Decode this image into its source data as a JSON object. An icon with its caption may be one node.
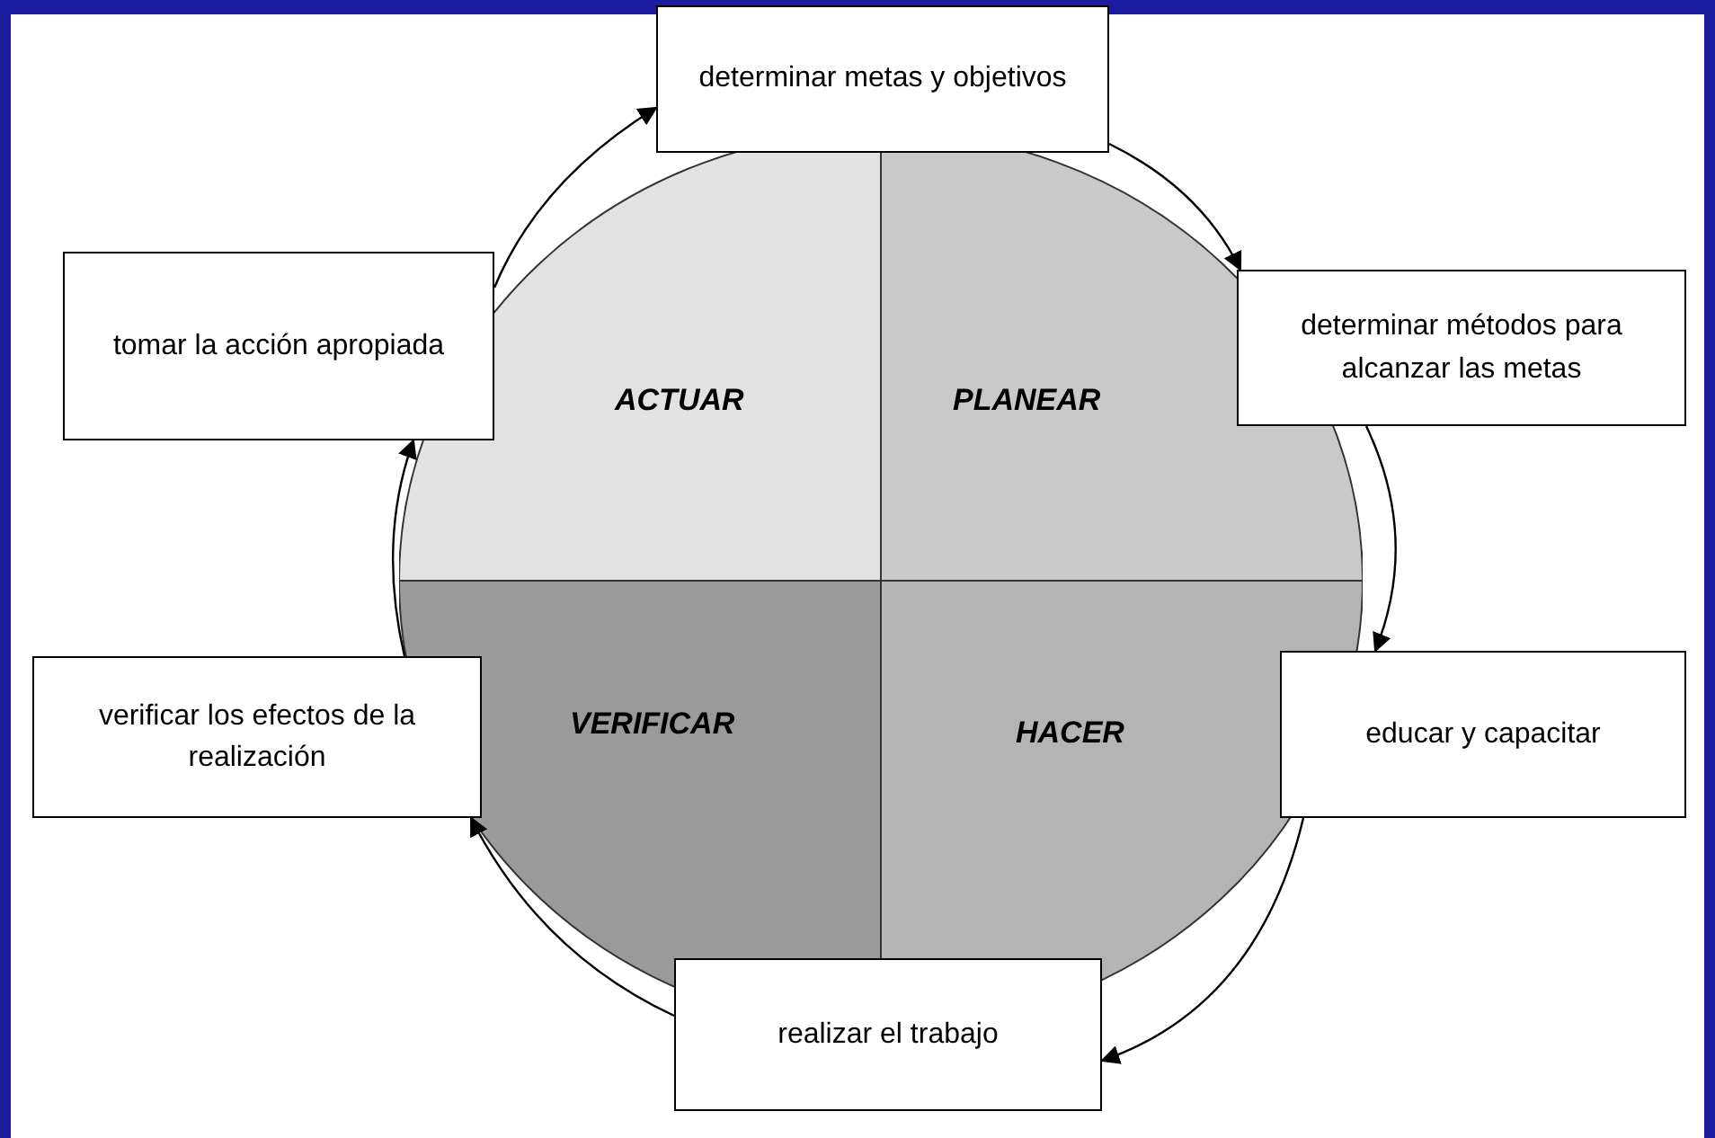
{
  "diagram": {
    "nodes": [
      {
        "text": [
          "determinar metas y objetivos"
        ]
      },
      {
        "text": [
          "tomar la acción apropiada"
        ]
      },
      {
        "text": [
          "ACTUAR"
        ]
      },
      {
        "text": [
          "PLANEAR"
        ]
      },
      {
        "text": [
          "determinar métodos para alcanzar las metas"
        ]
      },
      {
        "text": [
          "verificar los efectos de la realización"
        ]
      },
      {
        "text": [
          "VERIFICAR"
        ]
      },
      {
        "text": [
          "HACER"
        ]
      },
      {
        "text": [
          "educar y capacitar"
        ]
      },
      {
        "text": [
          "realizar el trabajo"
        ]
      }
    ],
    "edges": [
      {
        "from": 0,
        "to": 4,
        "arrow": "to"
      },
      {
        "from": 4,
        "to": 8,
        "arrow": "to"
      },
      {
        "from": 8,
        "to": 9,
        "arrow": "to"
      },
      {
        "from": 9,
        "to": 5,
        "arrow": "to"
      },
      {
        "from": 5,
        "to": 1,
        "arrow": "to"
      },
      {
        "from": 1,
        "to": 0,
        "arrow": "to"
      }
    ]
  }
}
